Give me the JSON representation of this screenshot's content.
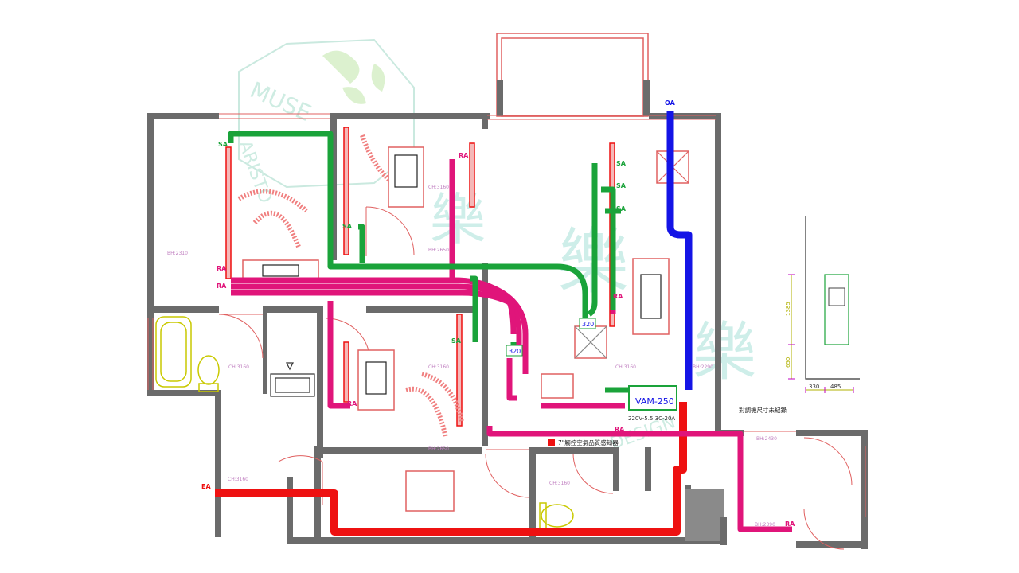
{
  "labels": {
    "oa": "OA",
    "ea": "EA",
    "sa": "SA",
    "ra": "RA",
    "size_320": "320",
    "vam_model": "VAM-250",
    "vam_power": "220V-5.5 3C-20A",
    "sensor": "7\"觸控空氣品質感知器",
    "unit_note": "對調機尺寸未紀錄"
  },
  "room_heights": {
    "ch3160": "CH:3160",
    "bh2310": "BH:2310",
    "bh2650": "BH:2650",
    "bh2290": "BH:2290",
    "bh2430": "BH:2430",
    "bh2390": "BH:2390"
  },
  "dimensions": {
    "h1": "1385",
    "h2": "650",
    "w1": "330",
    "w2": "485"
  },
  "watermark": {
    "arc": "MUSE",
    "arc2": "ARISTO",
    "sub": "DESIGN",
    "cjk": "樂"
  },
  "colors": {
    "supply_air": "#1aa33a",
    "return_air": "#e0157a",
    "outdoor_air": "#1414e6",
    "exhaust_air": "#ee1111",
    "wall": "#6b6b6b",
    "thin_line": "#e06060",
    "dim_line": "#b0b000",
    "dim_mark": "#c000c0"
  }
}
